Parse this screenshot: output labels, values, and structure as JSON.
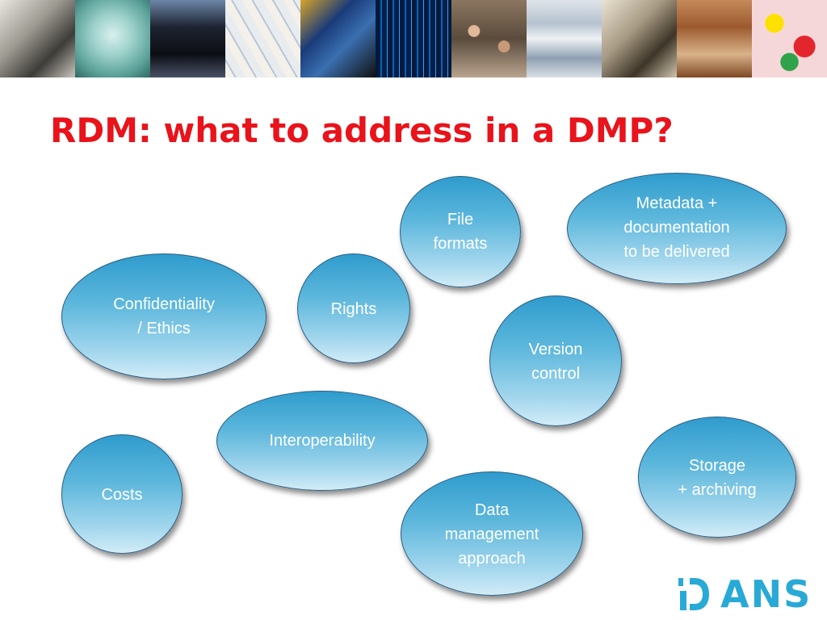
{
  "slide": {
    "title": "RDM: what to address in a DMP?"
  },
  "bubbles": [
    {
      "id": "file-formats",
      "label": "File\nformats"
    },
    {
      "id": "metadata",
      "label": "Metadata +\ndocumentation\nto be delivered"
    },
    {
      "id": "confidentiality",
      "label": "Confidentiality\n/ Ethics"
    },
    {
      "id": "rights",
      "label": "Rights"
    },
    {
      "id": "version-control",
      "label": "Version\ncontrol"
    },
    {
      "id": "interoperability",
      "label": "Interoperability"
    },
    {
      "id": "storage",
      "label": "Storage\n+ archiving"
    },
    {
      "id": "costs",
      "label": "Costs"
    },
    {
      "id": "data-management",
      "label": "Data\nmanagement\napproach"
    }
  ],
  "logo": {
    "text": "DANS",
    "letters": "ANS",
    "color": "#29a9d6"
  },
  "colors": {
    "title": "#e8131b",
    "bubble_top": "#2f9ccd",
    "bubble_bottom": "#d2ecf7",
    "bubble_border": "#2a5d84",
    "bubble_text": "#ffffff"
  }
}
